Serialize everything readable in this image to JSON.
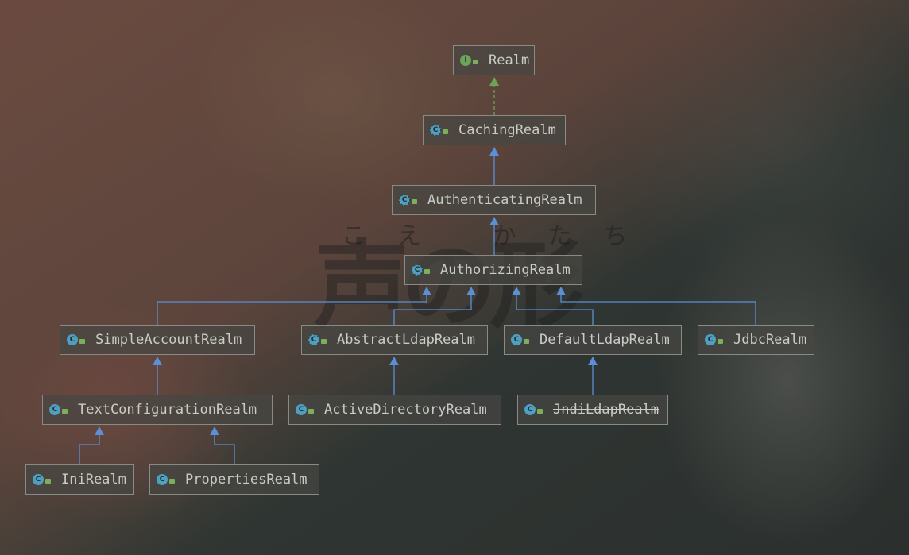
{
  "diagram": {
    "edge_color_extends": "#5b8fd6",
    "edge_color_implements": "#6aa55a",
    "nodes": [
      {
        "id": "realm",
        "label": "Realm",
        "kind": "interface"
      },
      {
        "id": "caching",
        "label": "CachingRealm",
        "kind": "abstract"
      },
      {
        "id": "authenticating",
        "label": "AuthenticatingRealm",
        "kind": "abstract"
      },
      {
        "id": "authorizing",
        "label": "AuthorizingRealm",
        "kind": "abstract"
      },
      {
        "id": "simpleaccount",
        "label": "SimpleAccountRealm",
        "kind": "class"
      },
      {
        "id": "abstractldap",
        "label": "AbstractLdapRealm",
        "kind": "abstract"
      },
      {
        "id": "defaultldap",
        "label": "DefaultLdapRealm",
        "kind": "class"
      },
      {
        "id": "jdbc",
        "label": "JdbcRealm",
        "kind": "class"
      },
      {
        "id": "textconfig",
        "label": "TextConfigurationRealm",
        "kind": "class"
      },
      {
        "id": "activedirectory",
        "label": "ActiveDirectoryRealm",
        "kind": "class"
      },
      {
        "id": "jndildap",
        "label": "JndiLdapRealm",
        "kind": "class",
        "deprecated": true
      },
      {
        "id": "ini",
        "label": "IniRealm",
        "kind": "class"
      },
      {
        "id": "properties",
        "label": "PropertiesRealm",
        "kind": "class"
      }
    ],
    "edges": [
      {
        "from": "caching",
        "to": "realm",
        "type": "implements"
      },
      {
        "from": "authenticating",
        "to": "caching",
        "type": "extends"
      },
      {
        "from": "authorizing",
        "to": "authenticating",
        "type": "extends"
      },
      {
        "from": "simpleaccount",
        "to": "authorizing",
        "type": "extends"
      },
      {
        "from": "abstractldap",
        "to": "authorizing",
        "type": "extends"
      },
      {
        "from": "defaultldap",
        "to": "authorizing",
        "type": "extends"
      },
      {
        "from": "jdbc",
        "to": "authorizing",
        "type": "extends"
      },
      {
        "from": "textconfig",
        "to": "simpleaccount",
        "type": "extends"
      },
      {
        "from": "activedirectory",
        "to": "abstractldap",
        "type": "extends"
      },
      {
        "from": "jndildap",
        "to": "defaultldap",
        "type": "extends"
      },
      {
        "from": "ini",
        "to": "textconfig",
        "type": "extends"
      },
      {
        "from": "properties",
        "to": "textconfig",
        "type": "extends"
      }
    ]
  },
  "background": {
    "decoration_text": "声の形",
    "decoration_kana": "こえ かたち"
  },
  "icons": {
    "interface": "interface-icon",
    "class": "class-icon",
    "abstract": "abstract-class-icon",
    "access": "public-lock-icon"
  }
}
